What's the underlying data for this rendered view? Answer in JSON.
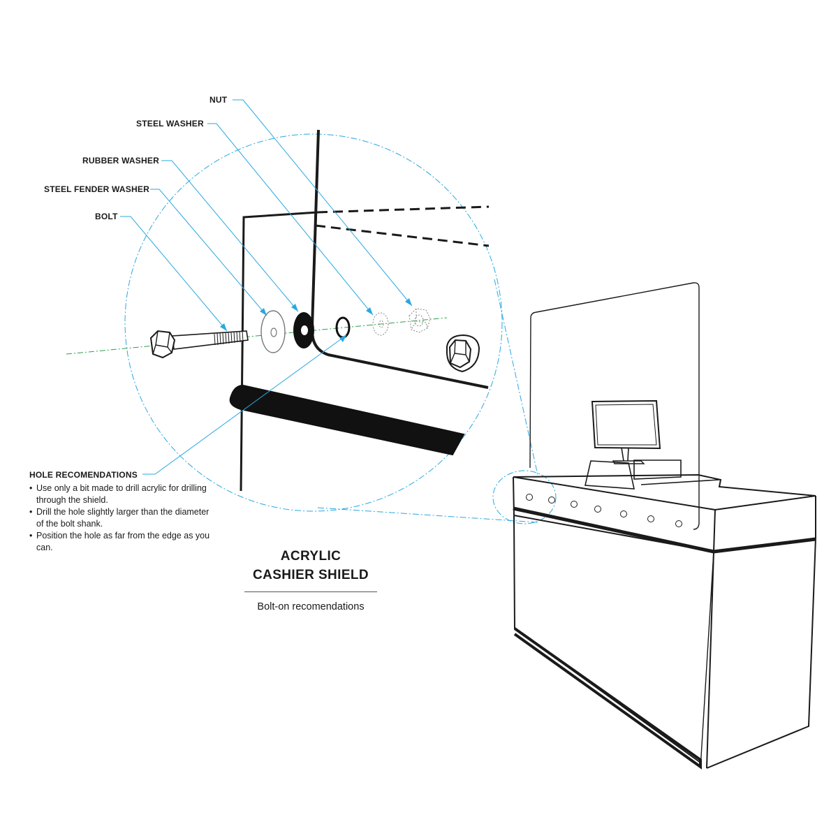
{
  "labels": {
    "nut": "NUT",
    "steel_washer": "STEEL WASHER",
    "rubber_washer": "RUBBER WASHER",
    "steel_fender_washer": "STEEL FENDER WASHER",
    "bolt": "BOLT"
  },
  "hole_recommendations": {
    "title": "HOLE RECOMENDATIONS",
    "items": [
      "Use only a bit made to drill acrylic for drilling through the shield.",
      "Drill the hole slightly larger than the diameter of the bolt shank.",
      "Position the hole as far from the edge as you can."
    ]
  },
  "title": {
    "line1": "ACRYLIC",
    "line2": "CASHIER SHIELD",
    "subtitle": "Bolt-on recomendations"
  },
  "colors": {
    "leader": "#29a8e0",
    "axis": "#2e9e4a",
    "ink": "#1a1a1a"
  }
}
